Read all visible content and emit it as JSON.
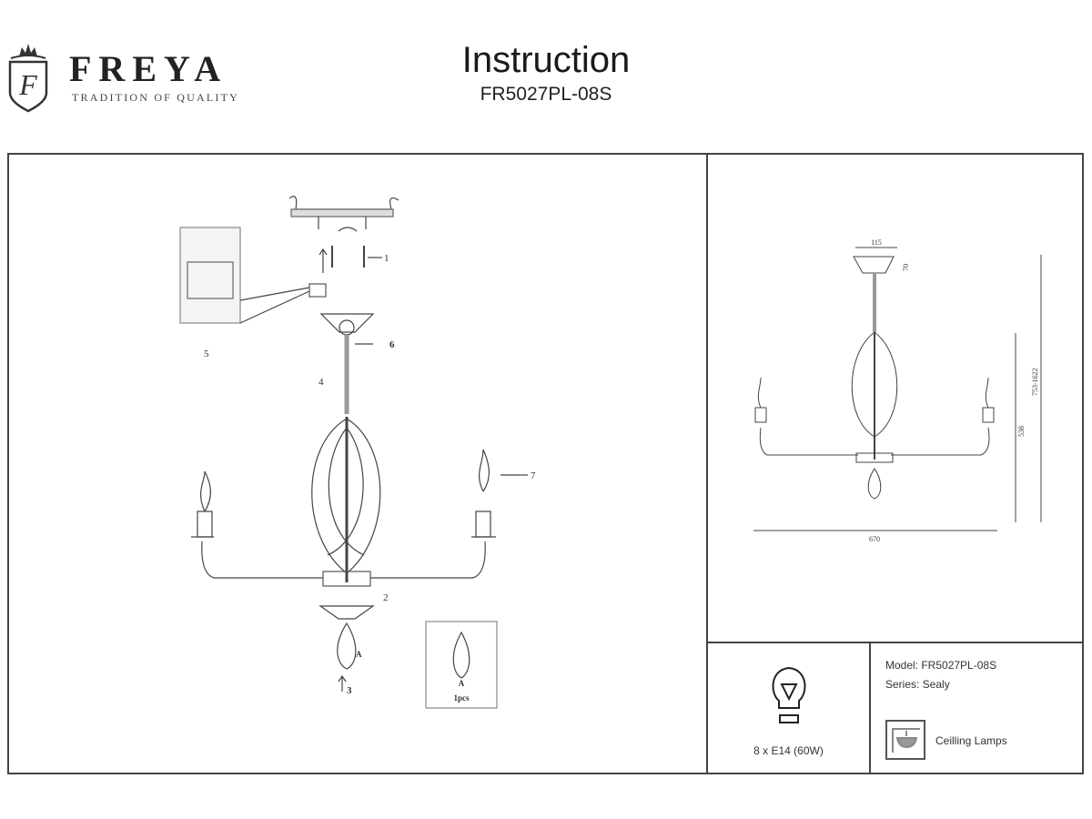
{
  "header": {
    "brand": "FREYA",
    "tagline": "TRADITION OF QUALITY",
    "logo_letter": "F",
    "title": "Instruction",
    "model_code": "FR5027PL-08S"
  },
  "assembly": {
    "callouts": [
      "1",
      "2",
      "3",
      "4",
      "5",
      "6",
      "7"
    ],
    "pendant_label": "A",
    "inset_label": "A",
    "inset_qty": "1pcs"
  },
  "dimensions": {
    "canopy_width": "115",
    "canopy_height": "70",
    "total_height": "753-1622",
    "body_height": "538",
    "width": "670"
  },
  "specs": {
    "bulb": "8 x E14 (60W)",
    "model": "Model: FR5027PL-08S",
    "series": "Series: Sealy",
    "type": "Ceilling Lamps"
  }
}
